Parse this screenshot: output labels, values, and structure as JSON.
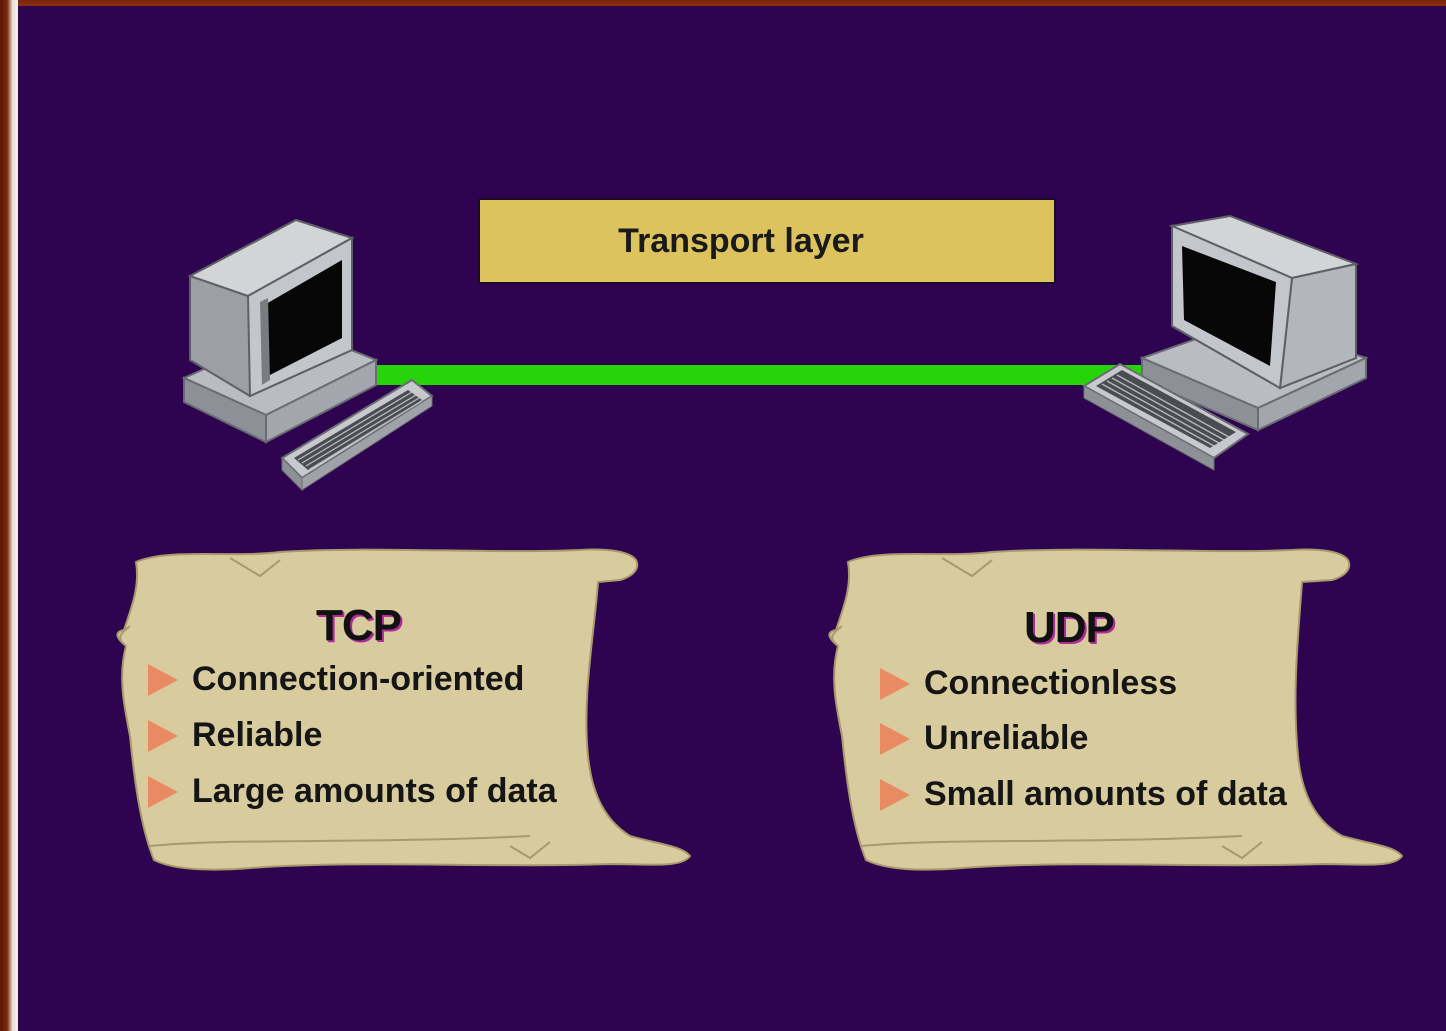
{
  "diagram": {
    "layer_label": "Transport layer",
    "protocols": [
      {
        "name": "TCP",
        "features": [
          "Connection-oriented",
          "Reliable",
          "Large amounts of data"
        ]
      },
      {
        "name": "UDP",
        "features": [
          "Connectionless",
          "Unreliable",
          "Small amounts of data"
        ]
      }
    ],
    "colors": {
      "background": "#2e0450",
      "label_box": "#dcc35e",
      "link": "#27d40a",
      "scroll": "#d8cb9e",
      "bullet": "#e98b62",
      "frame": "#6b1a08"
    },
    "icons": [
      "computer-icon",
      "keyboard-icon",
      "scroll-icon",
      "bullet-arrow-icon"
    ]
  }
}
